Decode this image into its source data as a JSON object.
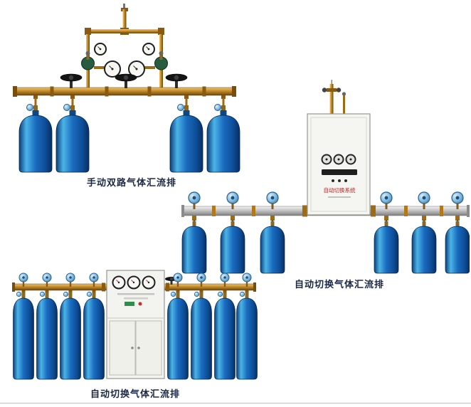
{
  "page": {
    "background_color": "#ffffff",
    "caption_color": "#1b2844"
  },
  "products": [
    {
      "caption": "手动双路气体汇流排"
    },
    {
      "caption": "自动切换气体汇流排",
      "cabinet_label": "自动切换系统"
    },
    {
      "caption": "自动切换气体汇流排"
    }
  ],
  "colors": {
    "cylinder_blue": "#1a6cc0",
    "cylinder_highlight": "#4cb4e6",
    "brass_pipe": "#c28a2b",
    "aluminum_pipe": "#bdbdbd",
    "handwheel_black": "#141414",
    "handwheel_blue": "#7fb8dd",
    "cabinet_body": "#f5f5f1",
    "cabinet_label_red": "#b22828"
  },
  "icons": {
    "pressure_gauge": "round dial gauge",
    "handwheel_valve": "valve handwheel",
    "gas_cylinder": "compressed gas cylinder"
  }
}
